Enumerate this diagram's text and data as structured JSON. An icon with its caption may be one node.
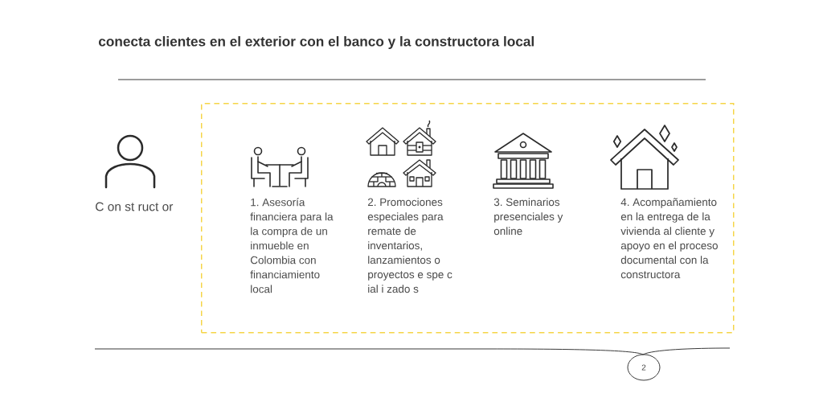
{
  "diagram": {
    "title": "conecta clientes en el exterior con el banco y la constructora local",
    "nodes": [
      {
        "text": [
          "C on st ruct or"
        ]
      },
      {
        "text": [],
        "shape": "box"
      },
      {
        "text": [
          "1. Asesoría financiera para la la compra de un inmueble en Colombia con financiamiento local"
        ],
        "in": 1
      },
      {
        "text": [
          "2. Promociones especiales para remate de inventarios, lanzamientos o proyectos e spe c ial i zado s"
        ],
        "in": 1
      },
      {
        "text": [
          "3. Seminarios presenciales y online"
        ],
        "in": 1
      },
      {
        "text": [
          "4. Acompañamiento en la entrega de la vivienda al cliente y apoyo en el proceso documental con la constructora"
        ],
        "in": 1
      },
      {
        "text": [
          "2"
        ]
      }
    ]
  }
}
